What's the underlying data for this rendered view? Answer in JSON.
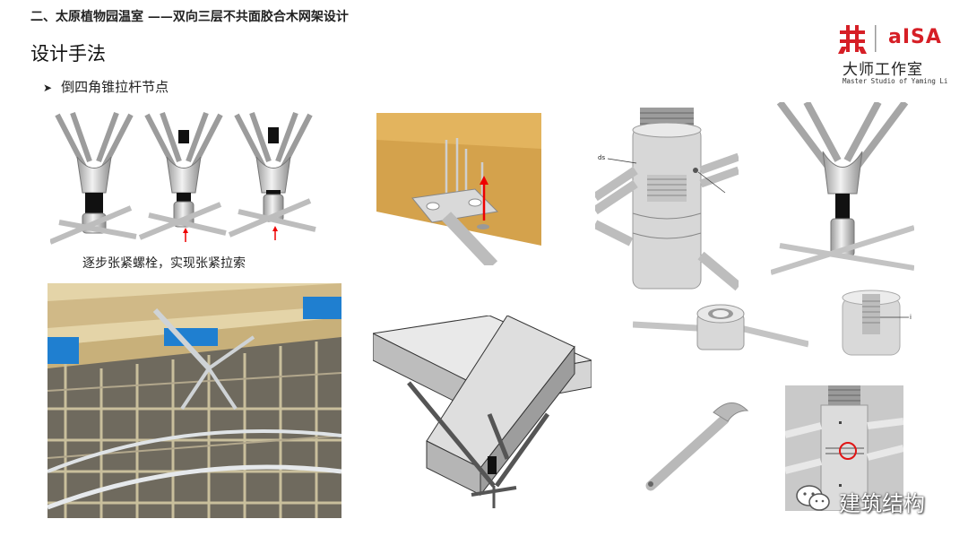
{
  "header": {
    "subtitle": "二、太原植物园温室 ——双向三层不共面胶合木网架设计",
    "title": "设计手法",
    "bullet": "倒四角锥拉杆节点"
  },
  "logo": {
    "brand": "aISA",
    "name": "大师工作室",
    "sub": "Master Studio of Yaming Li",
    "accent": "#d61f26"
  },
  "captions": {
    "tightening": "逐步张紧螺栓，实现张紧拉索"
  },
  "annotations": {
    "ds": "ds",
    "i": "i"
  },
  "wrench_text": "",
  "watermark": {
    "text": "建筑结构",
    "icon": "wechat-icon"
  }
}
